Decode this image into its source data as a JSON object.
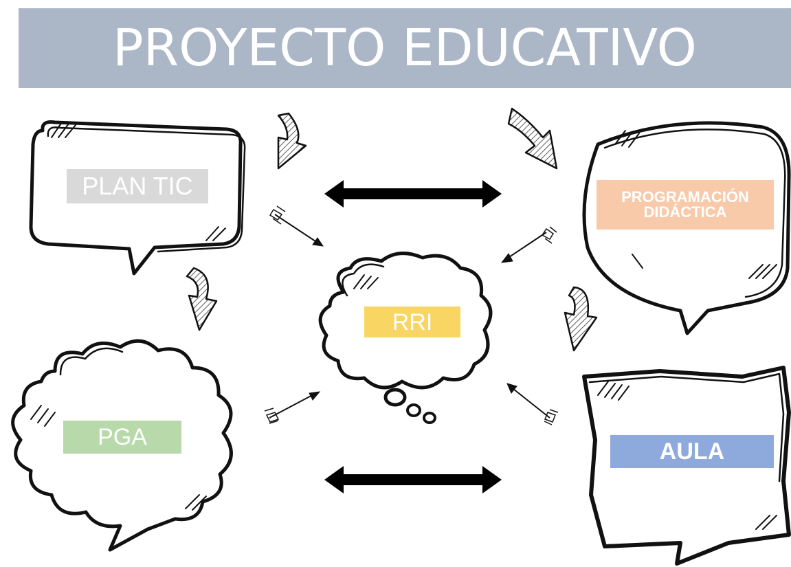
{
  "banner": {
    "title": "PROYECTO EDUCATIVO",
    "color": "#abb6c7"
  },
  "nodes": {
    "plan_tic": {
      "label": "PLAN TIC",
      "color": "#d9d9d9"
    },
    "programacion": {
      "line1": "PROGRAMACIÓN",
      "line2": "DIDÁCTICA",
      "color": "#f8caaa"
    },
    "rri": {
      "label": "RRI",
      "color": "#f9d563"
    },
    "pga": {
      "label": "PGA",
      "color": "#b8d9aa"
    },
    "aula": {
      "label": "AULA",
      "color": "#8eaadc"
    }
  }
}
